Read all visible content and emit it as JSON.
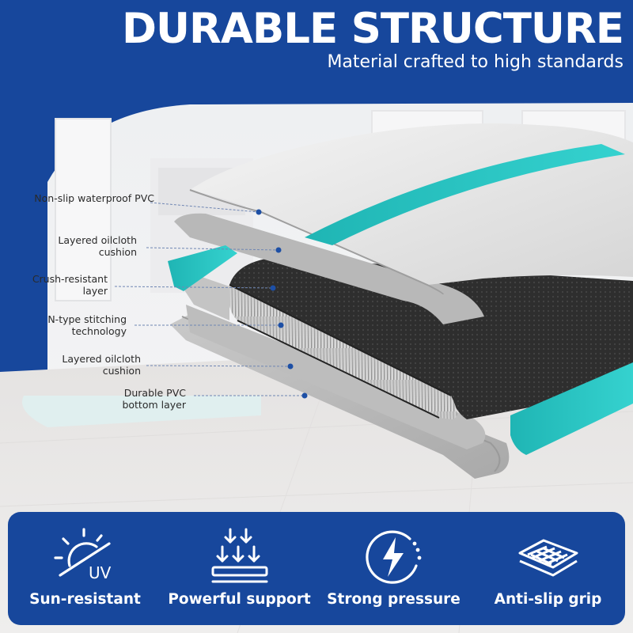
{
  "header": {
    "title": "DURABLE STRUCTURE",
    "subtitle": "Material crafted to high standards"
  },
  "callouts": [
    {
      "line1": "Non-slip waterproof PVC",
      "line2": ""
    },
    {
      "line1": "Layered oilcloth",
      "line2": "cushion"
    },
    {
      "line1": "Crush-resistant",
      "line2": "layer"
    },
    {
      "line1": "N-type stitching",
      "line2": "technology"
    },
    {
      "line1": "Layered oilcloth",
      "line2": "cushion"
    },
    {
      "line1": "Durable PVC",
      "line2": "bottom layer"
    }
  ],
  "features": [
    {
      "icon": "sun-uv-icon",
      "label": "Sun-resistant",
      "icon_text": "UV"
    },
    {
      "icon": "support-arrows-icon",
      "label": "Powerful support"
    },
    {
      "icon": "lightning-gauge-icon",
      "label": "Strong pressure"
    },
    {
      "icon": "anti-slip-layers-icon",
      "label": "Anti-slip grip"
    }
  ],
  "colors": {
    "brand_blue": "#17479c",
    "accent_teal": "#2cc6c3",
    "pvc_gray": "#cfcfcf",
    "core_black": "#2b2b2b"
  }
}
